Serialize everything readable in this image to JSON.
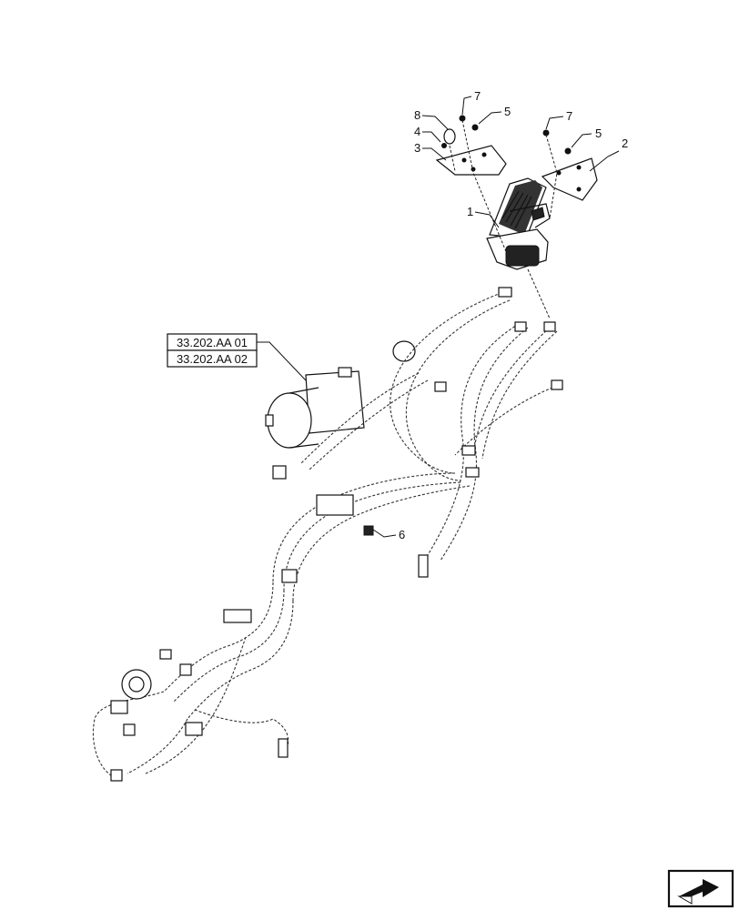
{
  "diagram": {
    "reference_boxes": [
      "33.202.AA 01",
      "33.202.AA 02"
    ],
    "callouts": [
      {
        "id": "c1",
        "label": "1"
      },
      {
        "id": "c2",
        "label": "2"
      },
      {
        "id": "c3",
        "label": "3"
      },
      {
        "id": "c4",
        "label": "4"
      },
      {
        "id": "c5a",
        "label": "5"
      },
      {
        "id": "c5b",
        "label": "5"
      },
      {
        "id": "c6",
        "label": "6"
      },
      {
        "id": "c7a",
        "label": "7"
      },
      {
        "id": "c7b",
        "label": "7"
      },
      {
        "id": "c8",
        "label": "8"
      }
    ],
    "nav_icon": "next-page-arrow-icon"
  }
}
